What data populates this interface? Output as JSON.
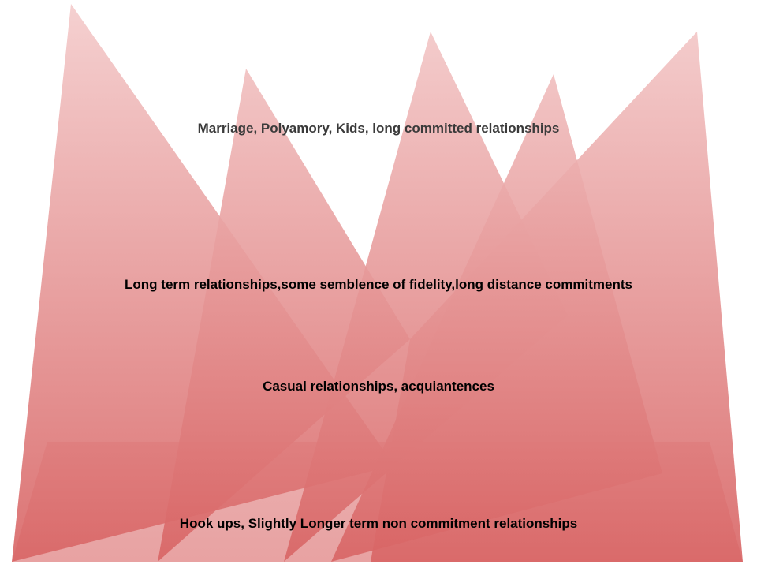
{
  "diagram": {
    "tiers": [
      {
        "label": "Marriage, Polyamory, Kids, long committed relationships",
        "color": "#3a3a3a"
      },
      {
        "label": "Long term relationships,some semblence of fidelity,long distance commitments",
        "color": "#000000"
      },
      {
        "label": "Casual relationships, acquiantences",
        "color": "#000000"
      },
      {
        "label": "Hook ups, Slightly Longer term non commitment relationships",
        "color": "#000000"
      }
    ],
    "colors": {
      "peak_top": "#f4cccc",
      "peak_bottom": "#d86464"
    }
  }
}
